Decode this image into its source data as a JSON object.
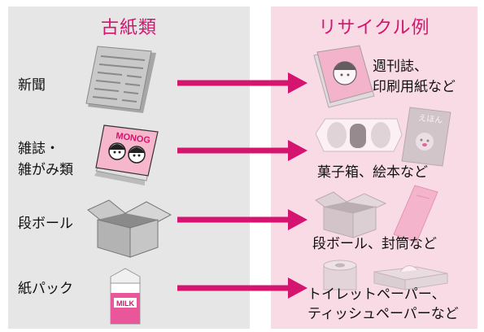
{
  "headers": {
    "paper_types": "古紙類",
    "recycle_examples": "リサイクル例"
  },
  "rows": [
    {
      "label": "新聞",
      "example_lines": [
        "週刊誌、",
        "印刷用紙など"
      ]
    },
    {
      "label_lines": [
        "雑誌・",
        "雑がみ類"
      ],
      "example_lines": [
        "菓子箱、絵本など"
      ]
    },
    {
      "label": "段ボール",
      "example_lines": [
        "段ボール、封筒など"
      ]
    },
    {
      "label": "紙パック",
      "example_lines": [
        "トイレットペーパー、",
        "ティッシュペーパーなど"
      ]
    }
  ],
  "artwork_text": {
    "magazine_cover": "MONOG",
    "picture_book_cover": "えほん",
    "milk_carton": "MILK"
  },
  "colors": {
    "accent": "#d4146f",
    "left_bg": "#e6e6e6",
    "right_bg": "#f9dbe6",
    "arrow": "#d4146f"
  }
}
